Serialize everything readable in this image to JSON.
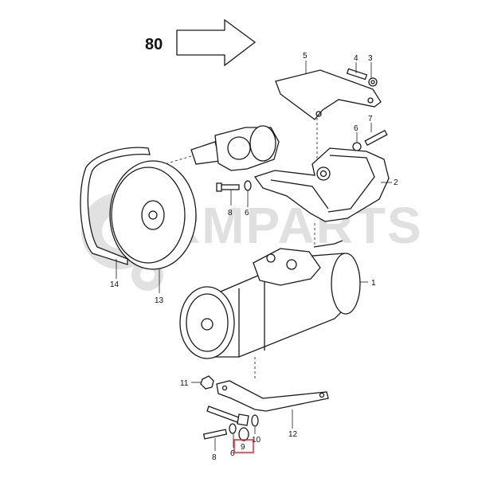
{
  "group_number": "80",
  "watermark": "RMPARTS",
  "highlight_color": "#e21d24",
  "callouts": {
    "c1": "1",
    "c2": "2",
    "c3": "3",
    "c4": "4",
    "c5": "5",
    "c6a": "6",
    "c6b": "6",
    "c6c": "6",
    "c7": "7",
    "c8a": "8",
    "c8b": "8",
    "c9": "9",
    "c10": "10",
    "c11": "11",
    "c12": "12",
    "c13": "13",
    "c14": "14"
  }
}
